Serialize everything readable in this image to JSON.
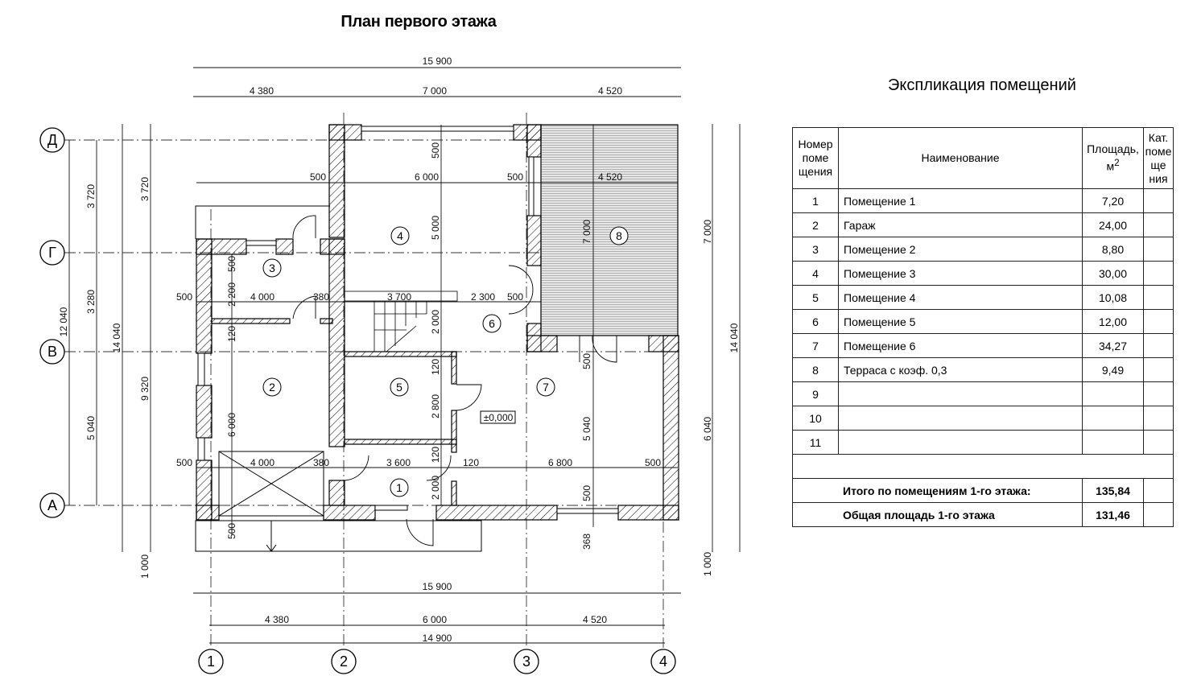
{
  "plan": {
    "title": "План первого этажа",
    "elevation_mark": "±0,000",
    "axes_letters": [
      "Д",
      "Г",
      "В",
      "А"
    ],
    "axes_numbers": [
      "1",
      "2",
      "3",
      "4"
    ],
    "room_numbers": [
      "1",
      "2",
      "3",
      "4",
      "5",
      "6",
      "7",
      "8"
    ],
    "dims_top": {
      "overall": "15 900",
      "segments": [
        "4 380",
        "7 000",
        "4 520"
      ]
    },
    "dims_bottom": {
      "overall": "15 900",
      "segments": [
        "4 380",
        "6 000",
        "4 520"
      ],
      "axes_total": "14 900"
    },
    "dims_left": {
      "c1": [
        "3 720",
        "3 280",
        "5 040"
      ],
      "c1_total": "12 040",
      "c2_total": "14 040",
      "c3": [
        "3 720",
        "9 320",
        "1 000"
      ]
    },
    "dims_right": {
      "c1": [
        "7 000",
        "6 040",
        "1 000"
      ],
      "c2_total": "14 040"
    },
    "interior": {
      "room4": [
        "500",
        "6 000",
        "500",
        "500",
        "5 000"
      ],
      "terrace": [
        "4 520",
        "7 000"
      ],
      "room3": [
        "500",
        "4 000",
        "380",
        "500",
        "2 200",
        "120"
      ],
      "stair": [
        "3 700",
        "2 300",
        "500",
        "2 000"
      ],
      "room5": [
        "120",
        "2 800",
        "120",
        "2 000"
      ],
      "room7": [
        "500",
        "5 040",
        "500",
        "368"
      ],
      "garage": [
        "6 000",
        "500",
        "4 000",
        "380",
        "500"
      ],
      "bottom_row": [
        "3 600",
        "120",
        "6 800",
        "500"
      ]
    }
  },
  "explication": {
    "title": "Экспликация помещений",
    "headers": {
      "num": [
        "Номер",
        "поме",
        "щения"
      ],
      "name": "Наименование",
      "area": "Площадь,",
      "area_unit": "м",
      "area_sup": "2",
      "cat": [
        "Кат.",
        "поме",
        "ще",
        "ния"
      ]
    },
    "rows": [
      {
        "num": "1",
        "name": "Помещение 1",
        "area": "7,20",
        "cat": ""
      },
      {
        "num": "2",
        "name": "Гараж",
        "area": "24,00",
        "cat": ""
      },
      {
        "num": "3",
        "name": "Помещение 2",
        "area": "8,80",
        "cat": ""
      },
      {
        "num": "4",
        "name": "Помещение 3",
        "area": "30,00",
        "cat": ""
      },
      {
        "num": "5",
        "name": "Помещение 4",
        "area": "10,08",
        "cat": ""
      },
      {
        "num": "6",
        "name": "Помещение 5",
        "area": "12,00",
        "cat": ""
      },
      {
        "num": "7",
        "name": "Помещение 6",
        "area": "34,27",
        "cat": ""
      },
      {
        "num": "8",
        "name": "Терраса с коэф. 0,3",
        "area": "9,49",
        "cat": ""
      },
      {
        "num": "9",
        "name": "",
        "area": "",
        "cat": ""
      },
      {
        "num": "10",
        "name": "",
        "area": "",
        "cat": ""
      },
      {
        "num": "11",
        "name": "",
        "area": "",
        "cat": ""
      }
    ],
    "total_rooms_label": "Итого по помещениям 1-го этажа:",
    "total_rooms_value": "135,84",
    "total_area_label": "Общая площадь 1-го этажа",
    "total_area_value": "131,46"
  }
}
